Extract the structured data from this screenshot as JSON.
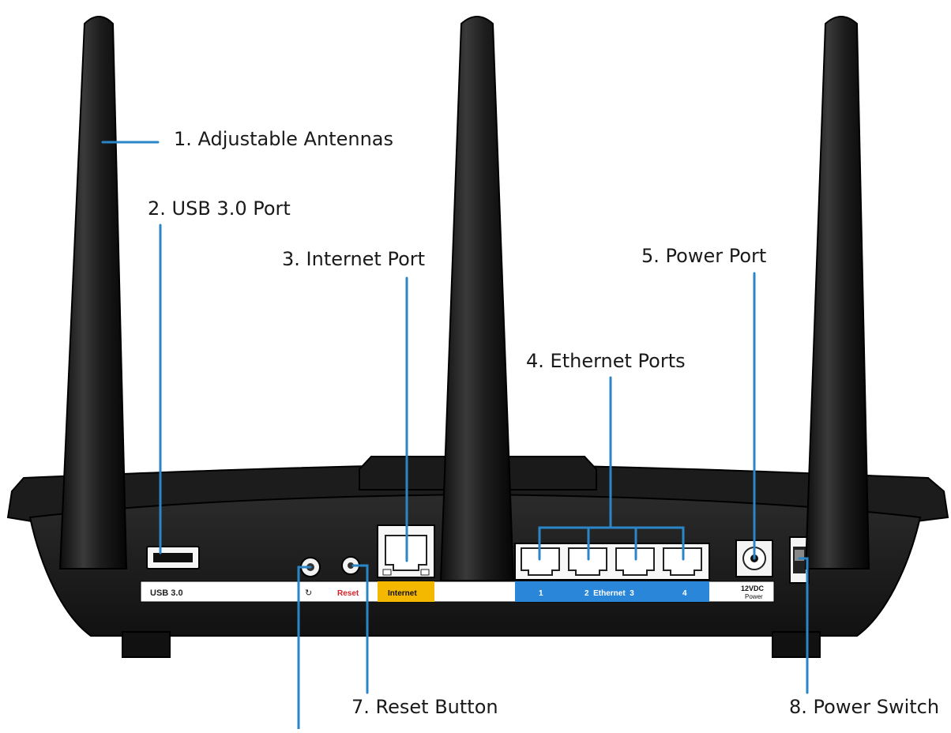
{
  "callouts": {
    "antennas": "1. Adjustable Antennas",
    "usb_port": "2. USB 3.0 Port",
    "internet_port": "3. Internet Port",
    "ethernet_ports": "4. Ethernet Ports",
    "power_port": "5. Power Port",
    "reset_button": "7. Reset Button",
    "power_switch": "8. Power Switch"
  },
  "panel_labels": {
    "usb": "USB 3.0",
    "reset": "Reset",
    "internet": "Internet",
    "eth_1": "1",
    "eth_2_3": "2  Ethernet  3",
    "eth_4": "4",
    "power_volts": "12VDC",
    "power_word": "Power"
  },
  "colors": {
    "callout_line": "#2a86c8",
    "internet_label": "#f5b800",
    "ethernet_label": "#2a86d8",
    "reset_text": "#d2232a",
    "body_dark": "#1a1a1a",
    "panel_light": "#ffffff"
  }
}
